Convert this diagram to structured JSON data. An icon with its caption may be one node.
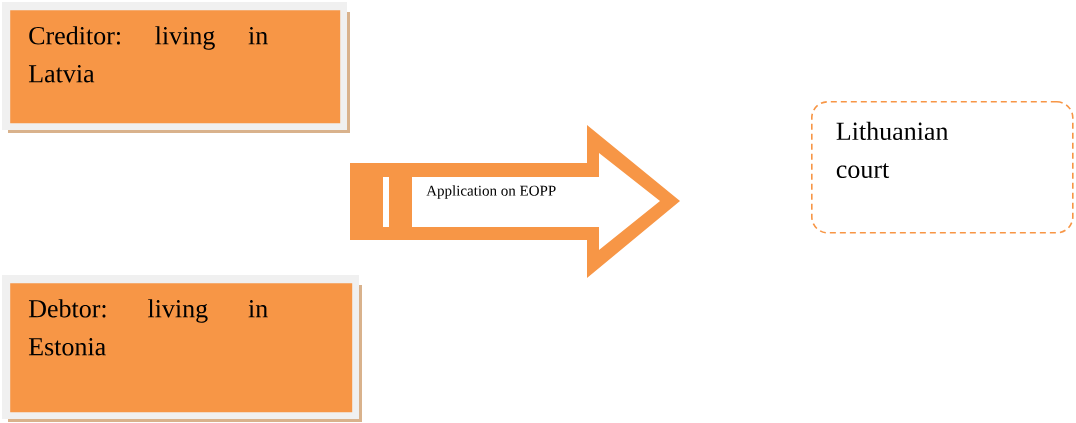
{
  "diagram": {
    "nodes": [
      {
        "text": [
          "Creditor: living in Latvia"
        ]
      },
      {
        "text": [
          "Debtor: living in Estonia"
        ]
      },
      {
        "text": [
          "Application on EOPP"
        ]
      },
      {
        "text": [
          "Lithuanian court"
        ]
      }
    ]
  }
}
